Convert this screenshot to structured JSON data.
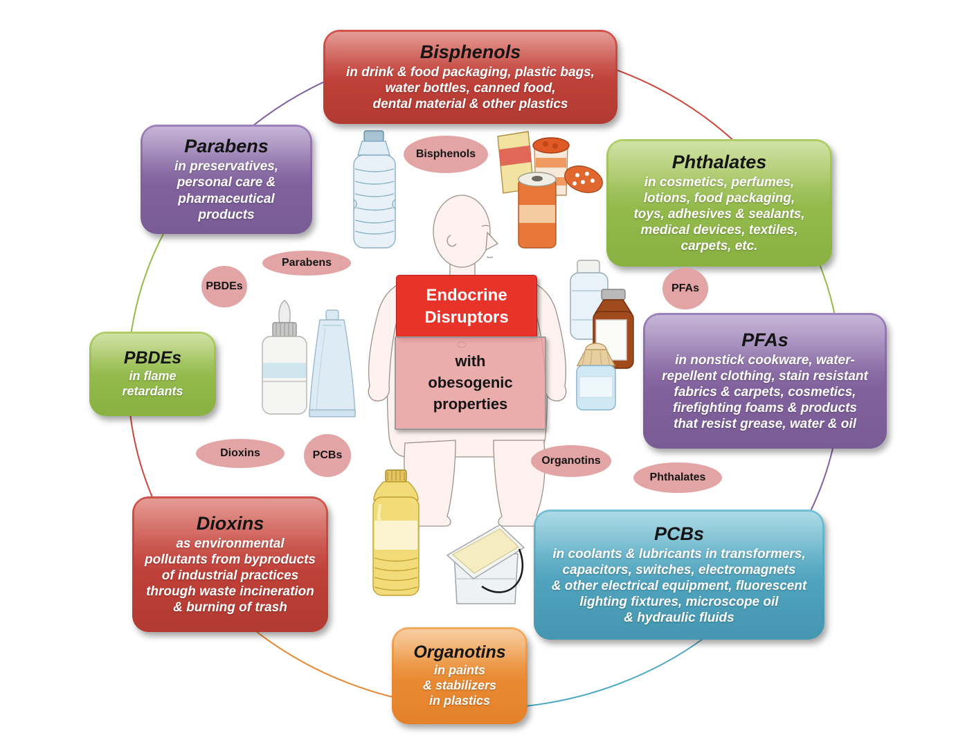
{
  "center": {
    "title": "Endocrine\nDisruptors",
    "subtitle": "with\nobesogenic\nproperties"
  },
  "boxes": [
    {
      "name": "Bisphenols",
      "title": "Bisphenols",
      "color": "#c2423a",
      "body": "in drink & food packaging, plastic bags,\nwater bottles, canned food,\ndental material & other plastics"
    },
    {
      "name": "Parabens",
      "title": "Parabens",
      "color": "#83639f",
      "body": "in preservatives,\npersonal care &\npharmaceutical\nproducts"
    },
    {
      "name": "Phthalates",
      "title": "Phthalates",
      "color": "#95bb4d",
      "body": "in cosmetics, perfumes,\nlotions, food packaging,\ntoys, adhesives & sealants,\nmedical devices, textiles,\ncarpets, etc."
    },
    {
      "name": "PBDEs",
      "title": "PBDEs",
      "color": "#95bb4d",
      "body": "in flame\nretardants"
    },
    {
      "name": "PFAs",
      "title": "PFAs",
      "color": "#83639f",
      "body": "in nonstick cookware, water-\nrepellent clothing, stain resistant\nfabrics & carpets, cosmetics,\nfirefighting foams & products\nthat resist grease, water & oil"
    },
    {
      "name": "Dioxins",
      "title": "Dioxins",
      "color": "#c2423a",
      "body": "as environmental\npollutants from byproducts\nof industrial practices\nthrough waste incineration\n& burning of trash"
    },
    {
      "name": "PCBs",
      "title": "PCBs",
      "color": "#52a6c0",
      "body": "in coolants & lubricants in transformers,\ncapacitors, switches, electromagnets\n& other electrical equipment, fluorescent\nlighting fixtures, microscope oil\n& hydraulic fluids"
    },
    {
      "name": "Organotins",
      "title": "Organotins",
      "color": "#ea8c34",
      "body": "in paints\n& stabilizers\nin plastics"
    }
  ],
  "ovals": [
    {
      "label": "Bisphenols"
    },
    {
      "label": "Parabens"
    },
    {
      "label": "PBDEs"
    },
    {
      "label": "PFAs"
    },
    {
      "label": "Dioxins"
    },
    {
      "label": "PCBs"
    },
    {
      "label": "Organotins"
    },
    {
      "label": "Phthalates"
    }
  ],
  "illustrations": [
    "water-bottle",
    "food-packaging-and-cans",
    "human-figure",
    "nasal-spray-bottle",
    "cream-tube",
    "plastic-bottle",
    "medicine-bottle",
    "dropper-bottle",
    "oil-bottle",
    "paint-bucket"
  ],
  "colors": {
    "red": "#c2423a",
    "green": "#95bb4d",
    "purple": "#83639f",
    "blue": "#52a6c0",
    "orange": "#ea8c34",
    "oval_pink": "#e2a4a4",
    "center_red": "#e7332a",
    "center_pink": "#e79e9e",
    "skin": "#fdf2ef"
  }
}
